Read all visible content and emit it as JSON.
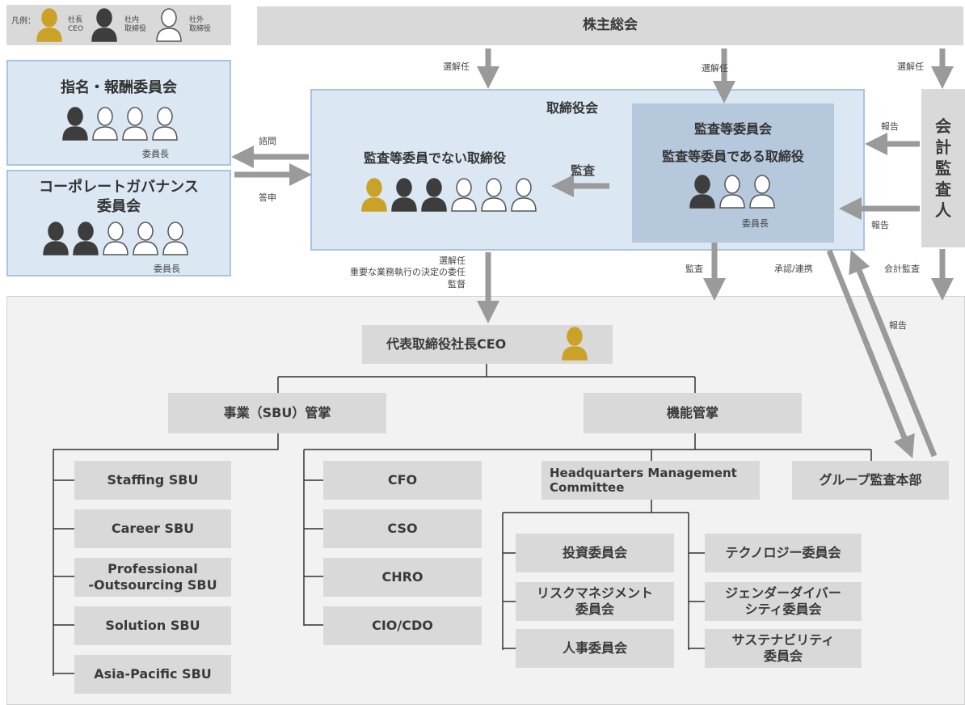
{
  "legend": {
    "prefix": "凡例：",
    "ceo": "社長\nCEO",
    "inside": "社内\n取締役",
    "outside": "社外\n取締役"
  },
  "top": {
    "shareholders": "株主総会",
    "board": "取締役会",
    "non_audit_directors": "監査等委員でない取締役",
    "audit_committee": "監査等委員会",
    "audit_committee_directors": "監査等委員である取締役",
    "auditor": "会\n計\n監\n査\n人",
    "nomination_committee": "指名・報酬委員会",
    "governance_committee": "コーポレートガバナンス\n委員会",
    "committee_chair": "委員長"
  },
  "labels": {
    "elect1": "選解任",
    "elect2": "選解任",
    "elect3": "選解任",
    "consult": "諮問",
    "answer": "答申",
    "audit": "監査",
    "report1": "報告",
    "report2": "報告",
    "report3": "報告",
    "audit2": "監査",
    "approve": "承認/連携",
    "accounting_audit": "会計監査",
    "delegation_line1": "選解任",
    "delegation_line2": "重要な業務執行の決定の委任",
    "delegation_line3": "監督"
  },
  "org": {
    "ceo": "代表取締役社長CEO",
    "sbu_head": "事業（SBU）管掌",
    "function_head": "機能管掌",
    "sbus": [
      "Staffing SBU",
      "Career SBU",
      "Professional\n-Outsourcing SBU",
      "Solution SBU",
      "Asia-Pacific SBU"
    ],
    "functions": [
      "CFO",
      "CSO",
      "CHRO",
      "CIO/CDO"
    ],
    "hq": "Headquarters Management\nCommittee",
    "group_audit": "グループ監査本部",
    "hq_left": [
      "投資委員会",
      "リスクマネジメント\n委員会",
      "人事委員会"
    ],
    "hq_right": [
      "テクノロジー委員会",
      "ジェンダーダイバー\nシティ委員会",
      "サステナビリティ\n委員会"
    ]
  },
  "people": {
    "nomination": [
      "inside",
      "outside",
      "outside",
      "outside"
    ],
    "governance": [
      "inside",
      "inside",
      "outside",
      "outside",
      "outside"
    ],
    "non_audit": [
      "ceo",
      "inside",
      "inside",
      "outside",
      "outside",
      "outside"
    ],
    "audit": [
      "inside",
      "outside",
      "outside"
    ],
    "ceo_box": [
      "ceo"
    ]
  },
  "colors": {
    "ceo": "#c9a227",
    "inside": "#3d3d3d",
    "outside": "#ffffff",
    "board_bg": "#dbe8f4",
    "board_border": "#a9c4e0",
    "audit_bg": "#b6c8dc",
    "grey_box": "#d9d9d9",
    "arrow": "#9a9a9a"
  }
}
